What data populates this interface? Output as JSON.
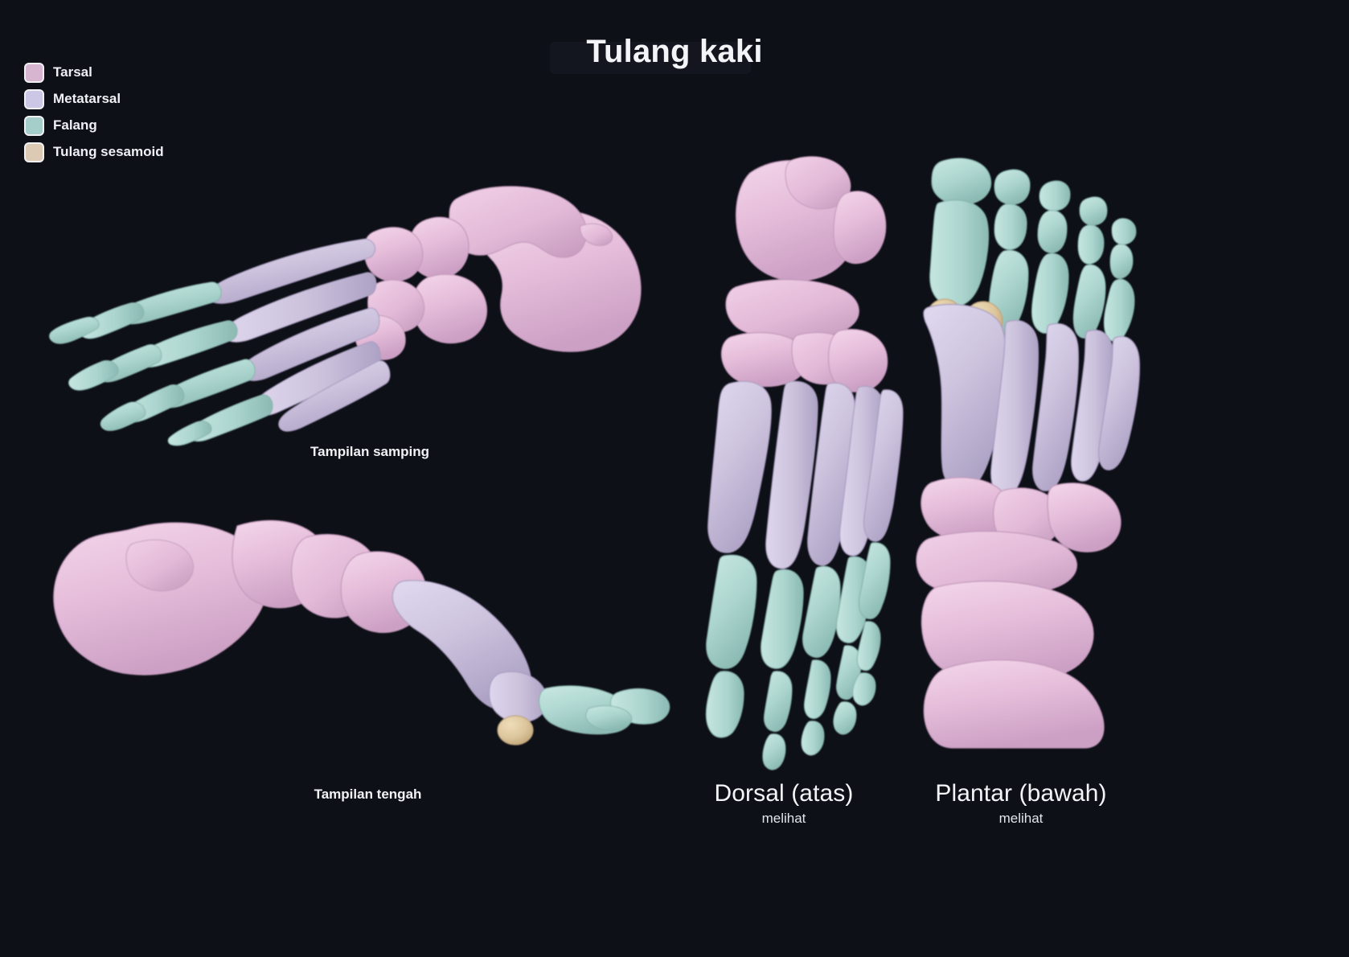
{
  "page": {
    "title": "Tulang kaki",
    "background_color": "#0e1017"
  },
  "legend": {
    "items": [
      {
        "label": "Tarsal",
        "color": "#d7b4d0"
      },
      {
        "label": "Metatarsal",
        "color": "#cdc7e6"
      },
      {
        "label": "Falang",
        "color": "#a5cdc9"
      },
      {
        "label": "Tulang sesamoid",
        "color": "#ddcab4"
      }
    ]
  },
  "figures": [
    {
      "id": "lateral",
      "caption": "Tampilan samping",
      "sub": ""
    },
    {
      "id": "medial",
      "caption": "Tampilan tengah",
      "sub": ""
    },
    {
      "id": "dorsal",
      "caption": "Dorsal (atas)",
      "sub": "melihat"
    },
    {
      "id": "plantar",
      "caption": "Plantar (bawah)",
      "sub": "melihat"
    }
  ],
  "bone_colors": {
    "tarsal": "#e6bedb",
    "tarsal_shade": "#cfa3c6",
    "tarsal_light": "#f2d4e7",
    "metatarsal": "#cdc3de",
    "metatarsal_shade": "#b0a5c6",
    "metatarsal_light": "#ded7ec",
    "phalanx": "#aed7d0",
    "phalanx_shade": "#8fbdb6",
    "phalanx_light": "#c7e6e0",
    "sesamoid": "#dcc59c",
    "sesamoid_shade": "#c3a87c",
    "outline": "#0e1017"
  }
}
